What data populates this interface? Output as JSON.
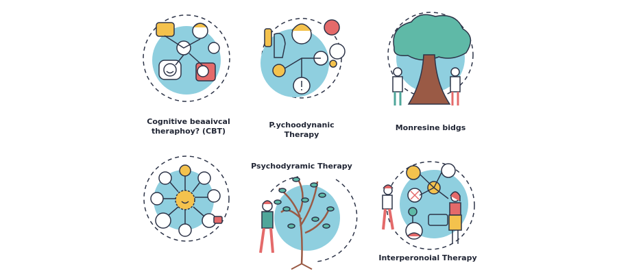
{
  "panels": [
    {
      "label_line1": "Cognitive beaaivcal",
      "label_line2": "theraphoy? (CBT)"
    },
    {
      "label_line1": "P.ychoodynanic",
      "label_line2": "Therapy"
    },
    {
      "label": "Monresine bidgs"
    },
    {
      "label": "",
      "icons": [
        "lightbulb-icon",
        "gear-icon",
        "phone-icon",
        "network-icon",
        "person-icon",
        "location-pin-icon",
        "tree-icon"
      ]
    },
    {
      "label": "Psychodyramic Therapy"
    },
    {
      "label": "Interperonoial Therapy"
    }
  ],
  "colors": {
    "blue": "#8fcfdf",
    "yellow": "#f4c24d",
    "red": "#e46a6a",
    "teal": "#4fa69a",
    "brown": "#9a5a45",
    "leaf": "#5fb9a7",
    "ink": "#2c3347"
  }
}
